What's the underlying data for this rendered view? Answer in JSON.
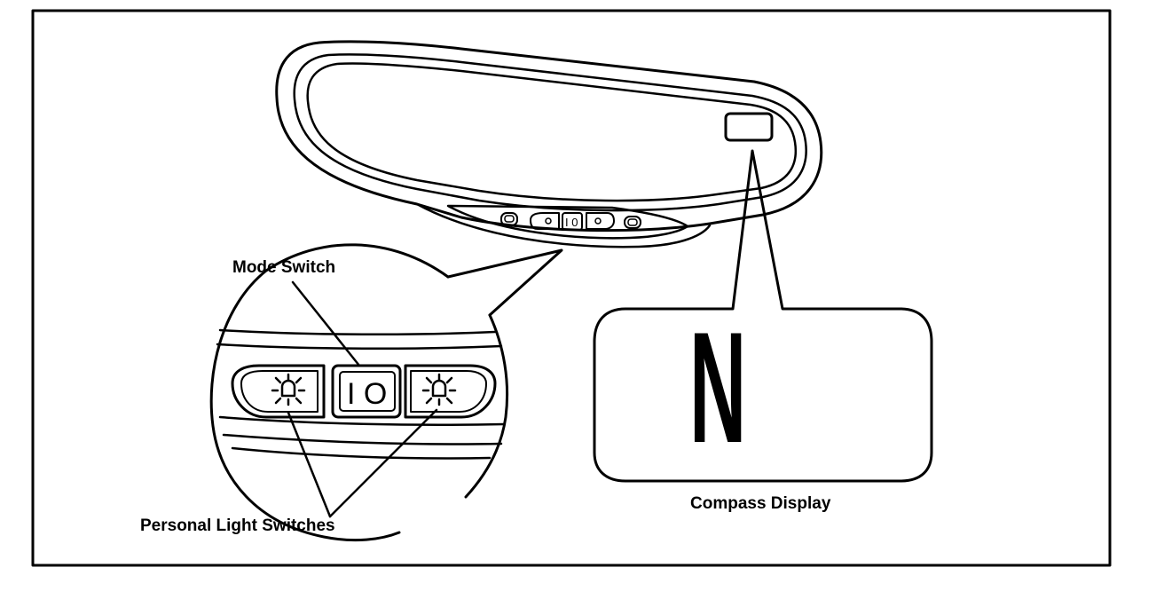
{
  "labels": {
    "mode_switch": "Mode Switch",
    "compass_display": "Compass Display",
    "personal_light_switches": "Personal Light Switches"
  },
  "compass_reading": "N",
  "mirror_buttons": {
    "left_light_icon": "lamp-icon",
    "mode_text": "I O",
    "right_light_icon": "lamp-icon"
  },
  "colors": {
    "line": "#000000",
    "background": "#ffffff"
  }
}
